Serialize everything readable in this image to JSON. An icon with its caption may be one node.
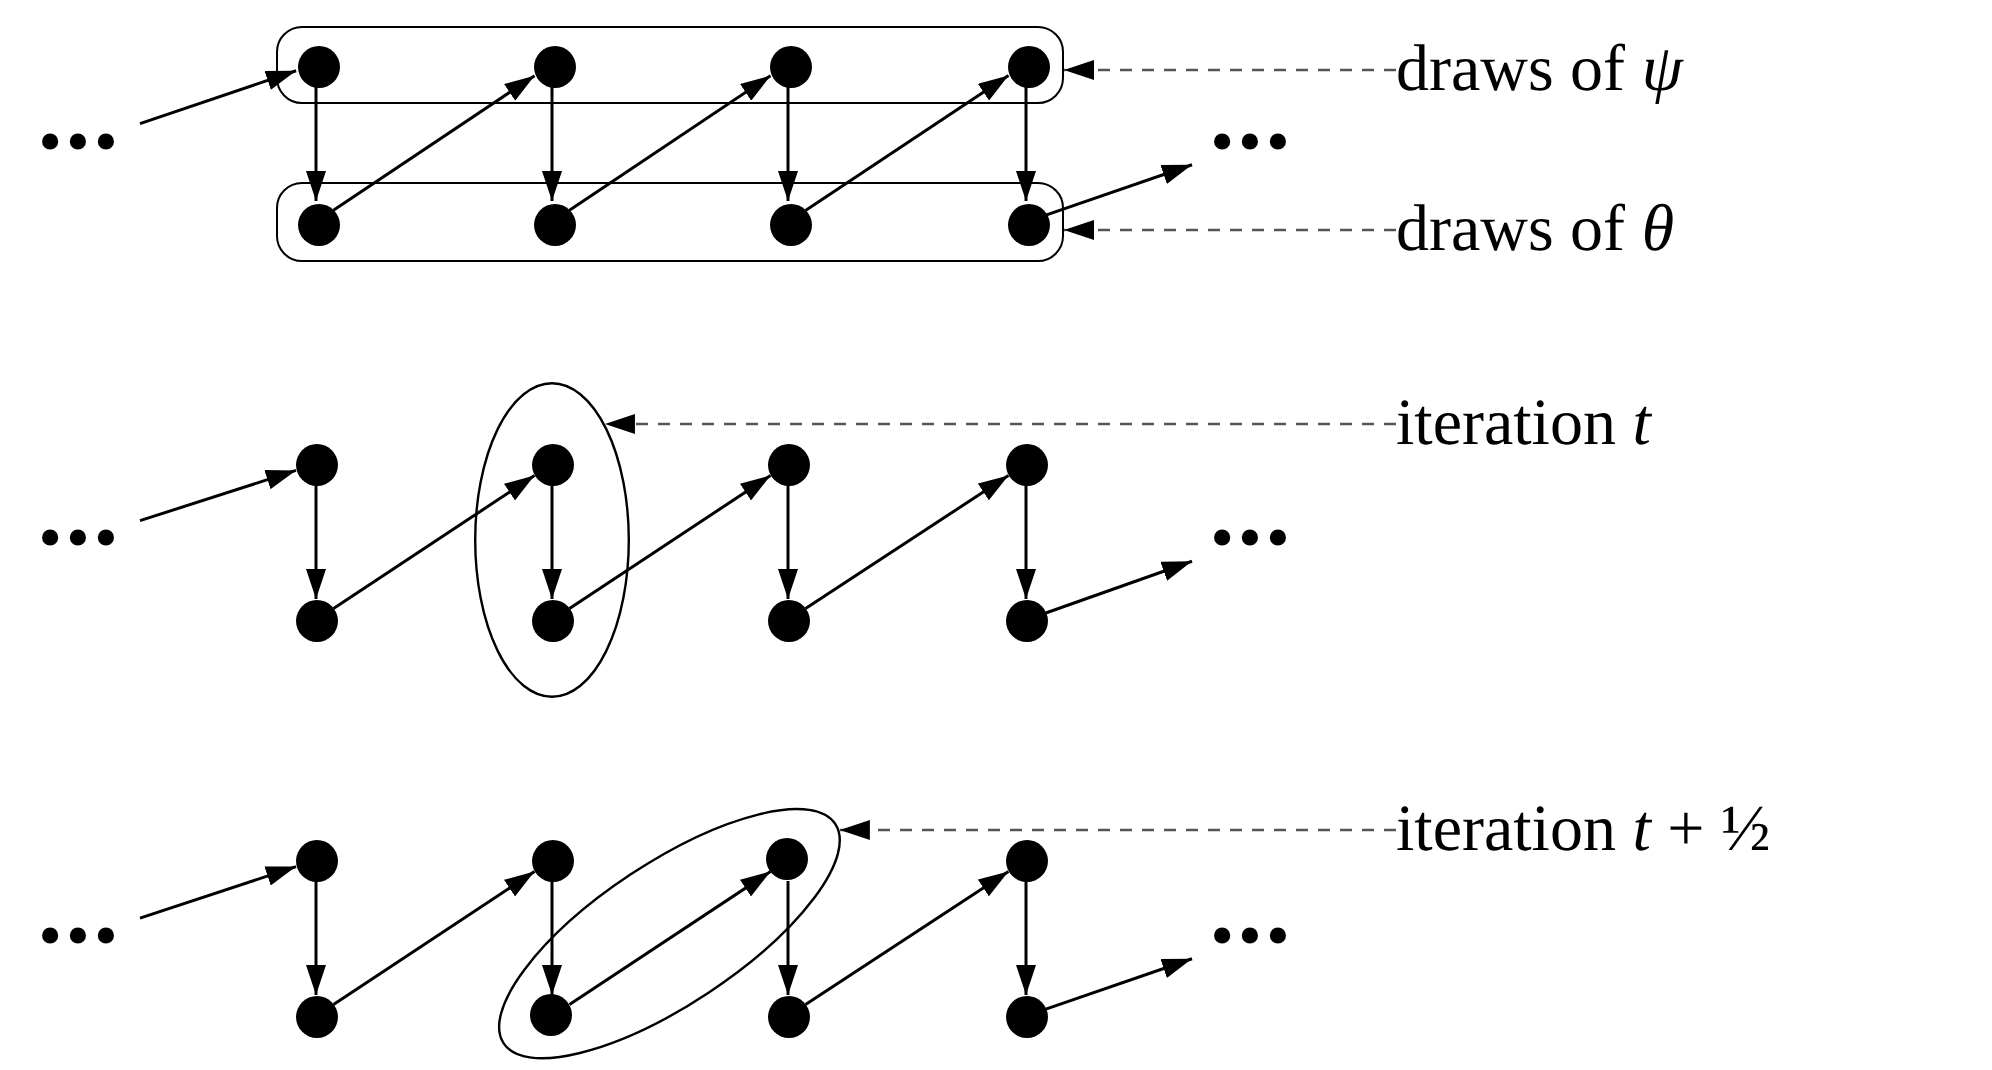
{
  "diagram": {
    "nodes": [
      {
        "text": [],
        "shape": "box"
      },
      {
        "text": [],
        "shape": "circle",
        "in": 0
      },
      {
        "text": [],
        "shape": "circle",
        "in": 0
      },
      {
        "text": [],
        "shape": "circle",
        "in": 0
      },
      {
        "text": [],
        "shape": "circle",
        "in": 0
      },
      {
        "text": [],
        "shape": "box"
      },
      {
        "text": [],
        "shape": "circle",
        "in": 5
      },
      {
        "text": [],
        "shape": "circle",
        "in": 5
      },
      {
        "text": [],
        "shape": "circle",
        "in": 5
      },
      {
        "text": [],
        "shape": "circle",
        "in": 5
      },
      {
        "text": [
          "•••"
        ]
      },
      {
        "text": [
          "•••"
        ]
      },
      {
        "text": [
          "draws of *ψ*"
        ]
      },
      {
        "text": [
          "draws of *θ*"
        ]
      },
      {
        "text": [
          "•••"
        ]
      },
      {
        "text": [],
        "shape": "ellipse"
      },
      {
        "text": [],
        "shape": "circle"
      },
      {
        "text": [],
        "shape": "circle",
        "in": 15
      },
      {
        "text": [],
        "shape": "circle"
      },
      {
        "text": [],
        "shape": "circle"
      },
      {
        "text": [],
        "shape": "circle"
      },
      {
        "text": [],
        "shape": "circle",
        "in": 15
      },
      {
        "text": [],
        "shape": "circle"
      },
      {
        "text": [],
        "shape": "circle"
      },
      {
        "text": [
          "•••"
        ]
      },
      {
        "text": [
          "iteration *t*"
        ]
      },
      {
        "text": [
          "•••"
        ]
      },
      {
        "text": [],
        "shape": "ellipse"
      },
      {
        "text": [],
        "shape": "circle"
      },
      {
        "text": [],
        "shape": "circle"
      },
      {
        "text": [],
        "shape": "circle",
        "in": 27
      },
      {
        "text": [],
        "shape": "circle"
      },
      {
        "text": [],
        "shape": "circle"
      },
      {
        "text": [],
        "shape": "circle",
        "in": 27
      },
      {
        "text": [],
        "shape": "circle"
      },
      {
        "text": [],
        "shape": "circle"
      },
      {
        "text": [
          "•••"
        ]
      },
      {
        "text": [
          "iteration *t* + ½"
        ]
      }
    ],
    "edges": [
      {
        "from": 10,
        "to": 1,
        "arrow": "to"
      },
      {
        "from": 1,
        "to": 6,
        "arrow": "to"
      },
      {
        "from": 6,
        "to": 2,
        "arrow": "to"
      },
      {
        "from": 2,
        "to": 7,
        "arrow": "to"
      },
      {
        "from": 7,
        "to": 3,
        "arrow": "to"
      },
      {
        "from": 3,
        "to": 8,
        "arrow": "to"
      },
      {
        "from": 8,
        "to": 4,
        "arrow": "to"
      },
      {
        "from": 4,
        "to": 9,
        "arrow": "to"
      },
      {
        "from": 9,
        "to": 11,
        "arrow": "to"
      },
      {
        "from": 12,
        "to": 0,
        "arrow": "to",
        "style": "dashed",
        "color": "#555555"
      },
      {
        "from": 13,
        "to": 5,
        "arrow": "to",
        "style": "dashed",
        "color": "#555555"
      },
      {
        "from": 14,
        "to": 16,
        "arrow": "to"
      },
      {
        "from": 16,
        "to": 20,
        "arrow": "to"
      },
      {
        "from": 20,
        "to": 17,
        "arrow": "to"
      },
      {
        "from": 17,
        "to": 21,
        "arrow": "to"
      },
      {
        "from": 21,
        "to": 18,
        "arrow": "to"
      },
      {
        "from": 18,
        "to": 22,
        "arrow": "to"
      },
      {
        "from": 22,
        "to": 19,
        "arrow": "to"
      },
      {
        "from": 19,
        "to": 23,
        "arrow": "to"
      },
      {
        "from": 23,
        "to": 24,
        "arrow": "to"
      },
      {
        "from": 25,
        "to": 15,
        "arrow": "to",
        "style": "dashed",
        "color": "#555555"
      },
      {
        "from": 26,
        "to": 28,
        "arrow": "to"
      },
      {
        "from": 28,
        "to": 32,
        "arrow": "to"
      },
      {
        "from": 32,
        "to": 29,
        "arrow": "to"
      },
      {
        "from": 29,
        "to": 33,
        "arrow": "to"
      },
      {
        "from": 33,
        "to": 30,
        "arrow": "to"
      },
      {
        "from": 30,
        "to": 34,
        "arrow": "to"
      },
      {
        "from": 34,
        "to": 31,
        "arrow": "to"
      },
      {
        "from": 31,
        "to": 35,
        "arrow": "to"
      },
      {
        "from": 35,
        "to": 36,
        "arrow": "to"
      },
      {
        "from": 37,
        "to": 27,
        "arrow": "to",
        "style": "dashed",
        "color": "#555555"
      }
    ]
  }
}
